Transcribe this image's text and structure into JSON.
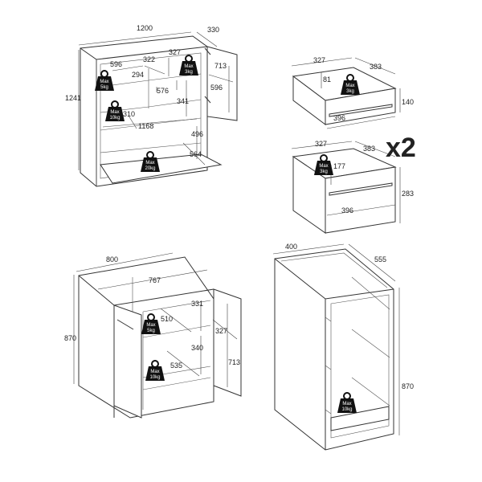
{
  "sideboard": {
    "dims": [
      "1200",
      "330",
      "1241",
      "596",
      "322",
      "327",
      "294",
      "576",
      "596",
      "713",
      "310",
      "341",
      "1168",
      "496",
      "564"
    ],
    "weights": [
      [
        "Max",
        "5kg"
      ],
      [
        "Max",
        "3kg"
      ],
      [
        "Max",
        "10kg"
      ],
      [
        "Max",
        "20kg"
      ]
    ]
  },
  "drawer_small": {
    "dims": [
      "327",
      "383",
      "81",
      "140",
      "396"
    ],
    "weight": [
      "Max",
      "3kg"
    ]
  },
  "drawer_large": {
    "dims": [
      "327",
      "383",
      "177",
      "283",
      "396"
    ],
    "weight": [
      "Max",
      "3kg"
    ],
    "quantity": "x2"
  },
  "base_cabinet": {
    "dims": [
      "800",
      "767",
      "331",
      "510",
      "327",
      "340",
      "535",
      "713",
      "870"
    ],
    "weights": [
      [
        "Max",
        "5kg"
      ],
      [
        "Max",
        "10kg"
      ]
    ]
  },
  "drawer_cabinet": {
    "dims": [
      "400",
      "555",
      "870"
    ],
    "weight": [
      "Max",
      "10kg"
    ]
  }
}
